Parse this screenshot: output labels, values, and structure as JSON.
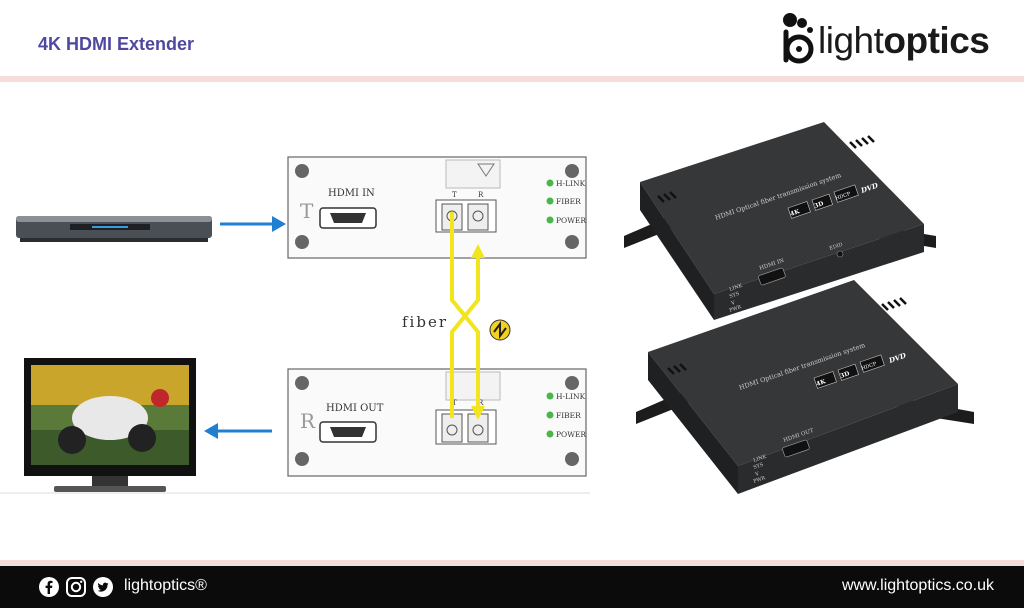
{
  "header": {
    "title": "4K HDMI Extender",
    "logo": {
      "name": "lightoptics",
      "icon": "lightoptics-logo-icon"
    }
  },
  "diagram": {
    "transmitter": {
      "letter": "T",
      "port_label": "HDMI IN",
      "fiber_ports": [
        "T",
        "R"
      ],
      "indicators": [
        "H-LINK",
        "FIBER",
        "POWER"
      ]
    },
    "receiver": {
      "letter": "R",
      "port_label": "HDMI OUT",
      "fiber_ports": [
        "T",
        "R"
      ],
      "indicators": [
        "H-LINK",
        "FIBER",
        "POWER"
      ]
    },
    "fiber_label": "fiber",
    "colors": {
      "fiber": "#f2e51d",
      "arrow": "#1f7fd1",
      "indicator": "#49b64b"
    }
  },
  "product_photo": {
    "top_unit": {
      "panel_text": "HDMI Optical fiber transmission system",
      "badges": [
        "4K",
        "3D",
        "HDCP",
        "DVD"
      ],
      "leds": [
        "LINK",
        "SYS",
        "V",
        "PWR"
      ],
      "port_label": "HDMI IN",
      "edid_label": "EDID"
    },
    "bottom_unit": {
      "panel_text": "HDMI Optical fiber transmission system",
      "badges": [
        "4K",
        "3D",
        "HDCP",
        "DVD"
      ],
      "leds": [
        "LINK",
        "SYS",
        "V",
        "PWR"
      ],
      "port_label": "HDMI OUT"
    }
  },
  "footer": {
    "social_icons": [
      "facebook-icon",
      "instagram-icon",
      "twitter-icon"
    ],
    "brand": "lightoptics®",
    "website": "www.lightoptics.co.uk"
  }
}
